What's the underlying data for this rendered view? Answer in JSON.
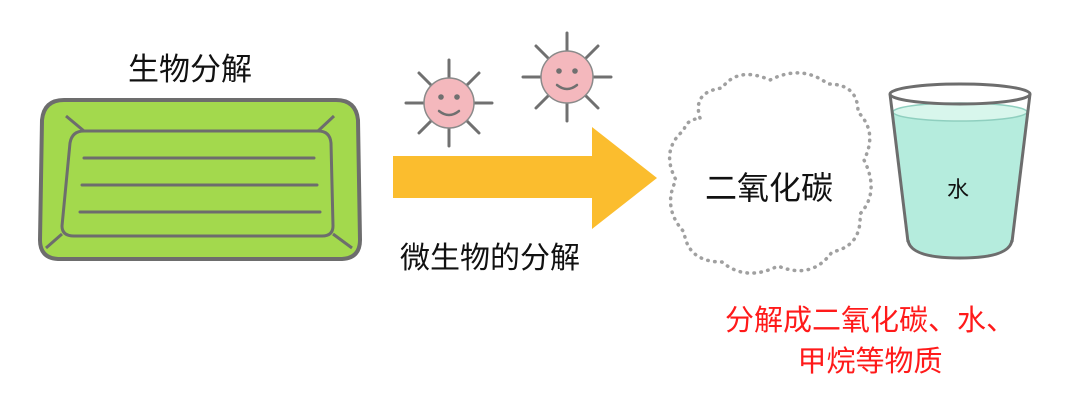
{
  "labels": {
    "title": "生物分解",
    "arrow": "微生物的分解",
    "cloud": "二氧化碳",
    "water": "水"
  },
  "result": {
    "line1": "分解成二氧化碳、水、",
    "line2": "甲烷等物质"
  },
  "colors": {
    "tray_fill": "#a3d94d",
    "tray_stroke": "#6d6d6d",
    "arrow": "#fbbd2e",
    "microbe_fill": "#f4b8bd",
    "cloud_dots": "#a0a0a0",
    "water": "#b5ecdd",
    "result_text": "#ff1a1a"
  }
}
